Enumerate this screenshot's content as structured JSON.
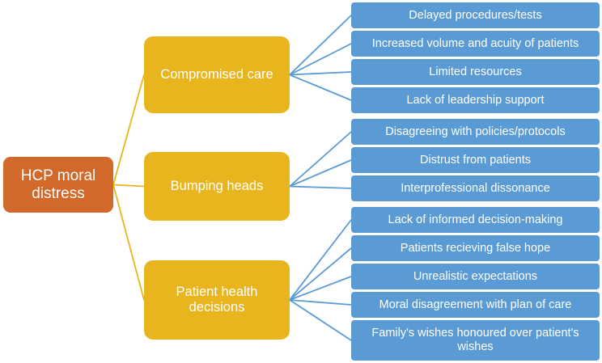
{
  "diagram": {
    "type": "mind-map",
    "title": "HCP moral distress",
    "colors": {
      "root": "#D2682A",
      "branch": "#E8B51E",
      "leaf": "#5B9BD5",
      "root_connector": "#E8B51E",
      "leaf_connector": "#5B9BD5",
      "text": "#FFFFFF",
      "background": "#FFFFFF"
    },
    "root": {
      "label": "HCP moral\ndistress"
    },
    "branches": [
      {
        "label": "Compromised care",
        "leaves": [
          {
            "label": "Delayed procedures/tests"
          },
          {
            "label": "Increased volume and acuity of patients"
          },
          {
            "label": "Limited resources"
          },
          {
            "label": "Lack of leadership support"
          }
        ]
      },
      {
        "label": "Bumping heads",
        "leaves": [
          {
            "label": "Disagreeing with policies/protocols"
          },
          {
            "label": "Distrust from patients"
          },
          {
            "label": "Interprofessional dissonance"
          }
        ]
      },
      {
        "label": "Patient health\ndecisions",
        "leaves": [
          {
            "label": "Lack of informed decision-making"
          },
          {
            "label": "Patients recieving false hope"
          },
          {
            "label": "Unrealistic expectations"
          },
          {
            "label": "Moral disagreement with plan of care"
          },
          {
            "label": "Family's wishes honoured over patient's\nwishes"
          }
        ]
      }
    ]
  }
}
